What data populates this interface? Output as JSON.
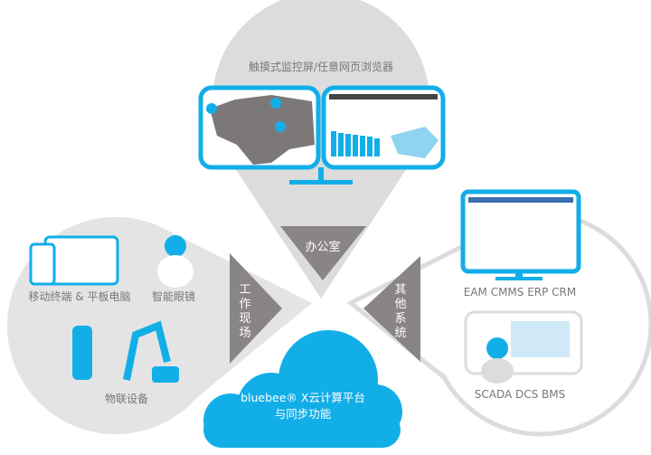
{
  "office": {
    "title": "触摸式监控屏/任意网页浏览器",
    "label": "办公室"
  },
  "field": {
    "label_chars": [
      "工",
      "作",
      "现",
      "场"
    ],
    "mobile": "移动终端 & 平板电脑",
    "glasses": "智能眼镜",
    "iot": "物联设备"
  },
  "other": {
    "label_chars": [
      "其",
      "他",
      "系",
      "统"
    ],
    "enterprise": "EAM CMMS ERP CRM",
    "scada": "SCADA DCS BMS"
  },
  "cloud": {
    "line1": "bluebee® X云计算平台",
    "line2": "与同步功能"
  },
  "colors": {
    "accent": "#12aee8",
    "dark_gray": "#8a8585",
    "light_gray": "#dcdcdc"
  }
}
